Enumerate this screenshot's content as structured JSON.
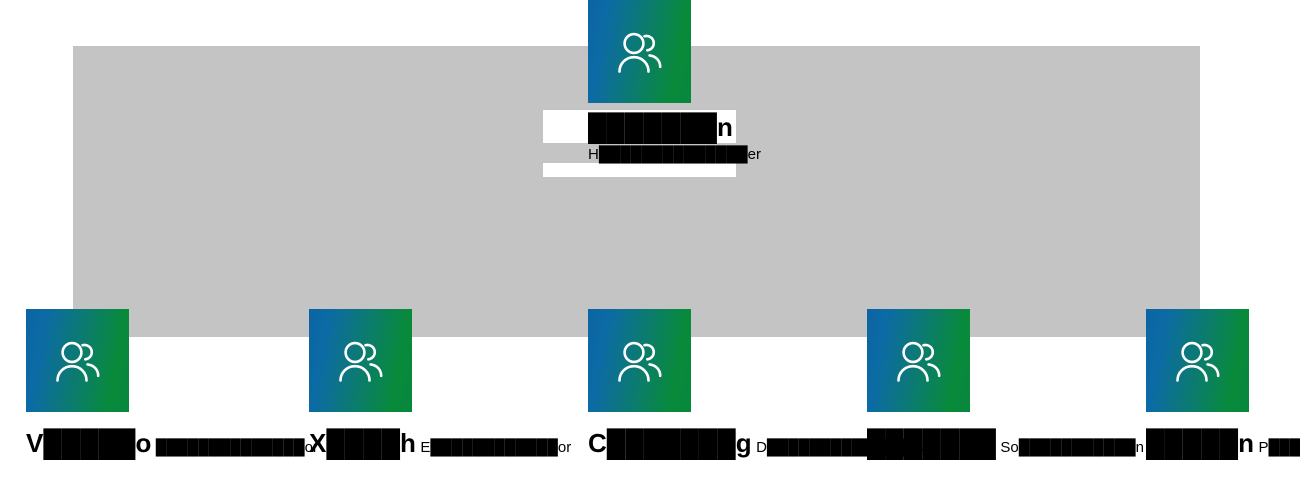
{
  "diagram": {
    "type": "organizational-chart",
    "title_visible": false,
    "colors": {
      "tile_gradient_start": "#0b64a3",
      "tile_gradient_end": "#07873c",
      "connector_band": "#c4c4c4",
      "text": "#000000",
      "background": "#ffffff",
      "icon": "#ffffff"
    },
    "icon": "people-icon",
    "redacted": true,
    "redaction_note": "Personal names and most of the job titles are covered by solid black redaction bars; only fragments of glyphs remain legible."
  },
  "root": {
    "id": "root",
    "icon": "people-icon",
    "name": "███████n",
    "name_visible_fragment": "n",
    "title": "H██████████████er",
    "title_visible_fragment": "H…er"
  },
  "reports": [
    {
      "id": "report-1",
      "icon": "people-icon",
      "name": "V█████o",
      "name_visible_fragment": "V…o",
      "title": "██████████████or",
      "title_visible_fragment": "…or"
    },
    {
      "id": "report-2",
      "icon": "people-icon",
      "name": "X████h",
      "name_visible_fragment": "X…h",
      "title": "E████████████or",
      "title_visible_fragment": "E…or"
    },
    {
      "id": "report-3",
      "icon": "people-icon",
      "name": "C███████g",
      "name_visible_fragment": "C…g",
      "title": "D██████████████s",
      "title_visible_fragment": "D…s"
    },
    {
      "id": "report-4",
      "icon": "people-icon",
      "name": "███████",
      "name_visible_fragment": "",
      "title": "So███████████n",
      "title_visible_fragment": "So…n"
    },
    {
      "id": "report-5",
      "icon": "people-icon",
      "name": "█████n",
      "name_visible_fragment": "n",
      "title": "P██████████████r",
      "title_visible_fragment": "P…r"
    }
  ]
}
